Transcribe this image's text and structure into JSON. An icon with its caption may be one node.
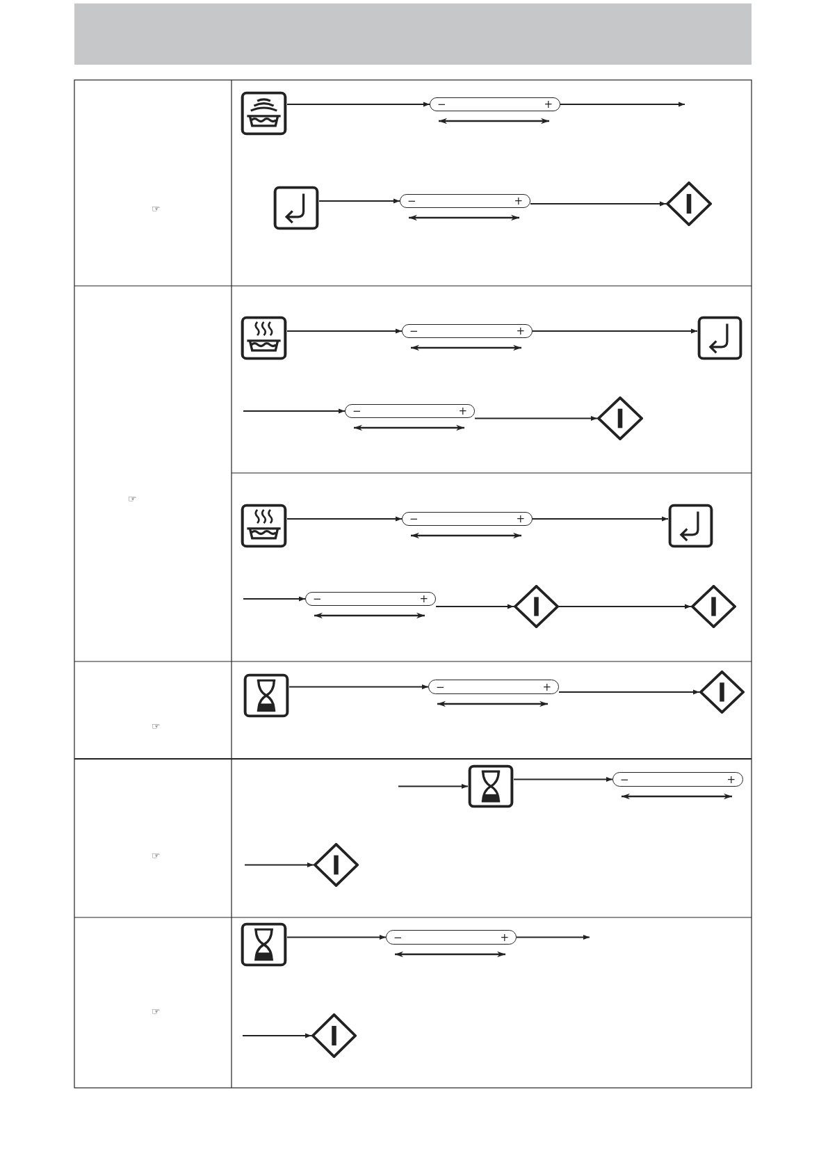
{
  "diagram": {
    "nodes": [
      {
        "text": [],
        "shape": "box"
      },
      {
        "text": [
          "−",
          "+"
        ]
      },
      {
        "text": [],
        "shape": "box"
      },
      {
        "text": [
          "−",
          "+"
        ]
      },
      {
        "text": [],
        "shape": "diamond"
      },
      {
        "text": [],
        "shape": "box"
      },
      {
        "text": [
          "−",
          "+"
        ]
      },
      {
        "text": [],
        "shape": "box"
      },
      {
        "text": [
          "−",
          "+"
        ]
      },
      {
        "text": [],
        "shape": "diamond"
      },
      {
        "text": [],
        "shape": "box"
      },
      {
        "text": [
          "−",
          "+"
        ]
      },
      {
        "text": [],
        "shape": "box"
      },
      {
        "text": [
          "−",
          "+"
        ]
      },
      {
        "text": [],
        "shape": "diamond"
      },
      {
        "text": [],
        "shape": "diamond"
      },
      {
        "text": [],
        "shape": "box"
      },
      {
        "text": [
          "−",
          "+"
        ]
      },
      {
        "text": [],
        "shape": "diamond"
      },
      {
        "text": [],
        "shape": "box"
      },
      {
        "text": [
          "−",
          "+"
        ]
      },
      {
        "text": [],
        "shape": "diamond"
      },
      {
        "text": [],
        "shape": "box"
      },
      {
        "text": [
          "−",
          "+"
        ]
      },
      {
        "text": [],
        "shape": "diamond"
      }
    ],
    "edges": [
      {
        "from": 0,
        "to": 1,
        "arrow": "to"
      },
      {
        "from": 1,
        "to": null,
        "arrow": "to"
      },
      {
        "from": 2,
        "to": 3,
        "arrow": "to"
      },
      {
        "from": 3,
        "to": 4,
        "arrow": "to"
      },
      {
        "from": 5,
        "to": 6,
        "arrow": "to"
      },
      {
        "from": 6,
        "to": 7,
        "arrow": "to"
      },
      {
        "from": null,
        "to": 8,
        "arrow": "to"
      },
      {
        "from": 8,
        "to": 9,
        "arrow": "to"
      },
      {
        "from": 10,
        "to": 11,
        "arrow": "to"
      },
      {
        "from": 11,
        "to": 12,
        "arrow": "to"
      },
      {
        "from": null,
        "to": 13,
        "arrow": "to"
      },
      {
        "from": 13,
        "to": 14,
        "arrow": "to"
      },
      {
        "from": 14,
        "to": 15,
        "arrow": "to"
      },
      {
        "from": 16,
        "to": 17,
        "arrow": "to"
      },
      {
        "from": 17,
        "to": 18,
        "arrow": "to"
      },
      {
        "from": null,
        "to": 19,
        "arrow": "to"
      },
      {
        "from": 19,
        "to": 20,
        "arrow": "to"
      },
      {
        "from": null,
        "to": 21,
        "arrow": "to"
      },
      {
        "from": 22,
        "to": 23,
        "arrow": "to"
      },
      {
        "from": 23,
        "to": null,
        "arrow": "to"
      },
      {
        "from": null,
        "to": 24,
        "arrow": "to"
      }
    ],
    "labels": [
      "☞",
      "☞",
      "☞",
      "☞",
      "☞"
    ]
  }
}
